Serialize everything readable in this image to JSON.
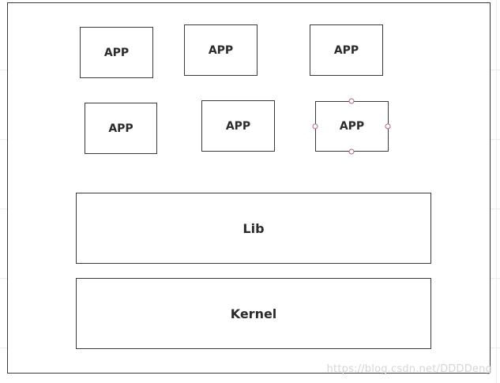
{
  "diagram": {
    "apps": [
      {
        "label": "APP"
      },
      {
        "label": "APP"
      },
      {
        "label": "APP"
      },
      {
        "label": "APP"
      },
      {
        "label": "APP"
      },
      {
        "label": "APP"
      }
    ],
    "lib_label": "Lib",
    "kernel_label": "Kernel"
  },
  "watermark": "https://blog.csdn.net/DDDDeng",
  "colors": {
    "stroke": "#3a3a3a",
    "text": "#2b2b2b",
    "selection_handle": "#b06a7a",
    "watermark": "#d6d6d6"
  }
}
